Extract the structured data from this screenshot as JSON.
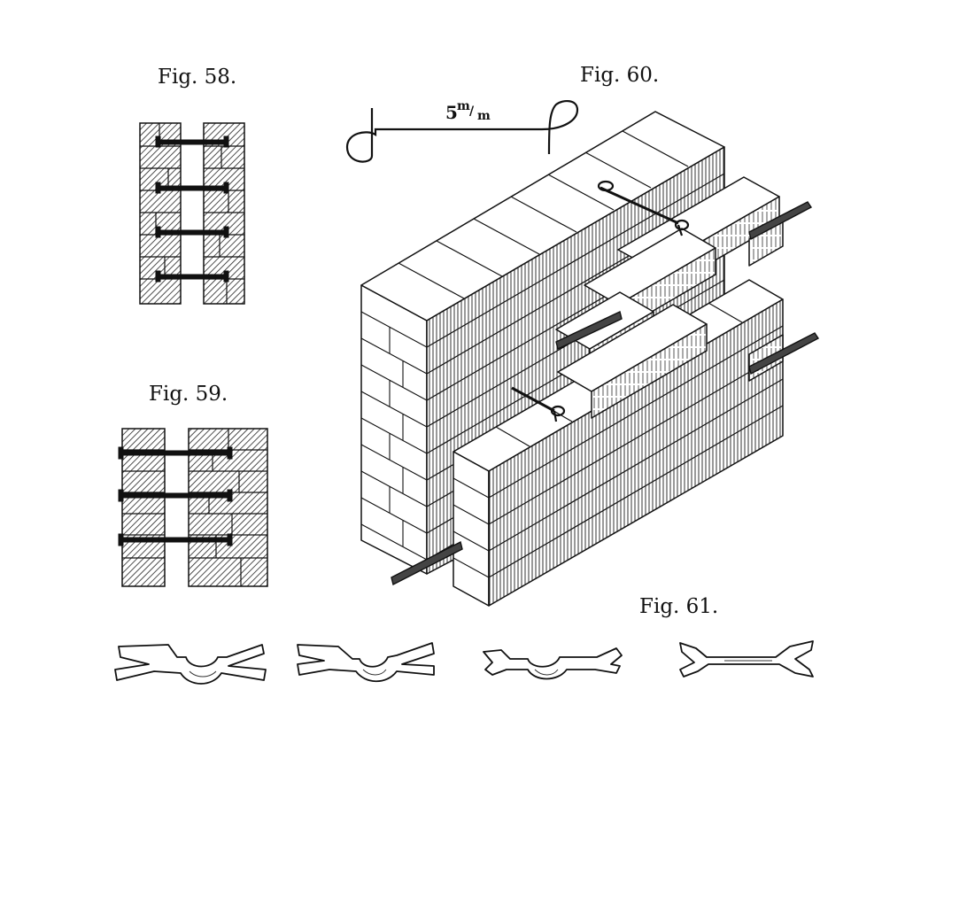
{
  "figures": {
    "fig58": {
      "caption": "Fig. 58."
    },
    "fig59": {
      "caption": "Fig. 59."
    },
    "fig60": {
      "caption": "Fig. 60.",
      "dimension_value": "5",
      "dimension_unit_top": "m",
      "dimension_unit_bottom": "m"
    },
    "fig61": {
      "caption": "Fig. 61."
    }
  }
}
